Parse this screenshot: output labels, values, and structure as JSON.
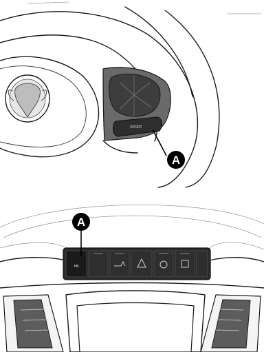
{
  "top_panel": {
    "sport_button_label": "SPORT",
    "callout_label": "A"
  },
  "bottom_panel": {
    "callout_label": "A",
    "button_label": "Hill"
  }
}
